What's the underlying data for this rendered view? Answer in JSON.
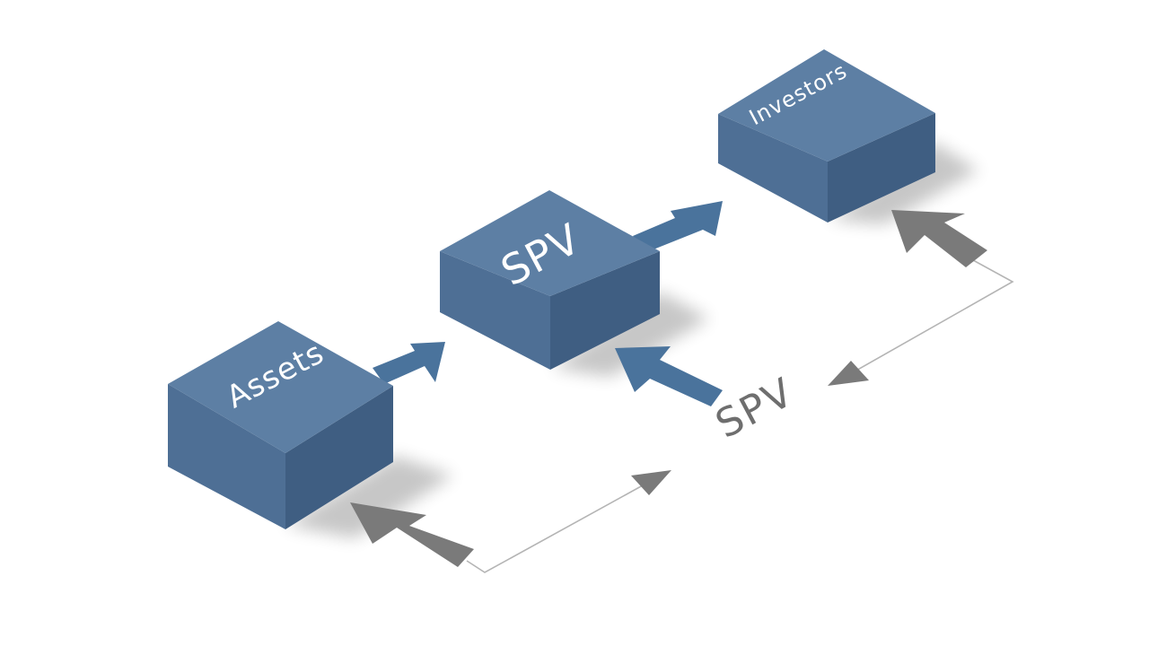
{
  "colors": {
    "cube_top": "#5d7fa4",
    "cube_left": "#4e6f95",
    "cube_right": "#3f5e82",
    "flow_arrow": "#4a739c",
    "return_arrow": "#7a7a7a",
    "connector_line": "#b4b4b4",
    "free_label": "#6e6e6e"
  },
  "nodes": [
    {
      "id": "assets",
      "label": "Assets",
      "icon": "cube-icon"
    },
    {
      "id": "spv",
      "label": "SPV",
      "icon": "cube-icon"
    },
    {
      "id": "investors",
      "label": "Investors",
      "icon": "cube-icon"
    }
  ],
  "flows": [
    {
      "from": "assets",
      "to": "spv",
      "kind": "forward"
    },
    {
      "from": "spv",
      "to": "investors",
      "kind": "forward"
    },
    {
      "from": "spv_label",
      "to": "spv",
      "kind": "return"
    },
    {
      "from": "connector",
      "to": "assets",
      "kind": "return"
    },
    {
      "from": "connector",
      "to": "investors",
      "kind": "return"
    }
  ],
  "free_label": "SPV"
}
